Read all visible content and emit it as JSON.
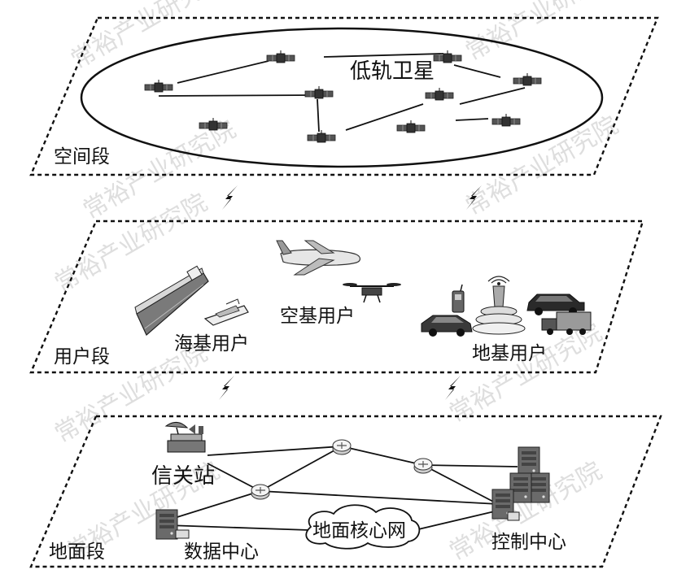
{
  "diagram": {
    "layers": {
      "space": {
        "name": "空间段",
        "constellation": "低轨卫星"
      },
      "user": {
        "name": "用户段",
        "sea": "海基用户",
        "air": "空基用户",
        "ground": "地基用户"
      },
      "ground": {
        "name": "地面段",
        "gateway": "信关站",
        "datacenter": "数据中心",
        "core": "地面核心网",
        "control": "控制中心"
      }
    },
    "watermark": "常裕产业研究院"
  }
}
